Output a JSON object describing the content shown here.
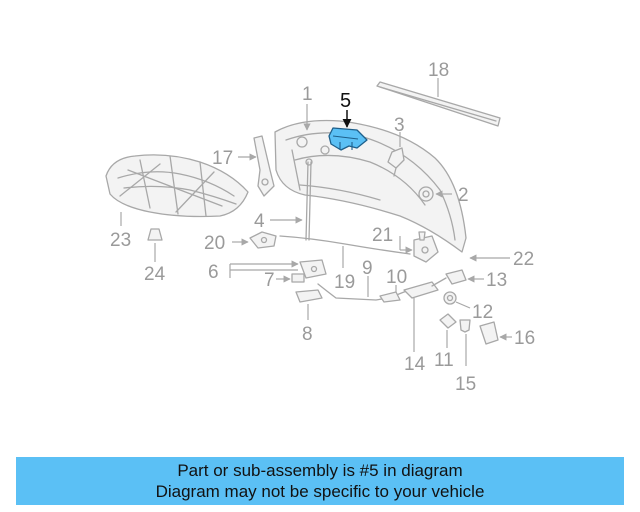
{
  "diagram": {
    "highlight_color": "#5bc0f5",
    "highlighted_callout": "5",
    "callouts": [
      "1",
      "2",
      "3",
      "4",
      "5",
      "6",
      "7",
      "8",
      "9",
      "10",
      "11",
      "12",
      "13",
      "14",
      "15",
      "16",
      "17",
      "18",
      "19",
      "20",
      "21",
      "22",
      "23",
      "24"
    ]
  },
  "banner": {
    "line1": "Part or sub-assembly is #5 in diagram",
    "line2": "Diagram may not be specific to your vehicle",
    "background": "#5bc0f5"
  }
}
